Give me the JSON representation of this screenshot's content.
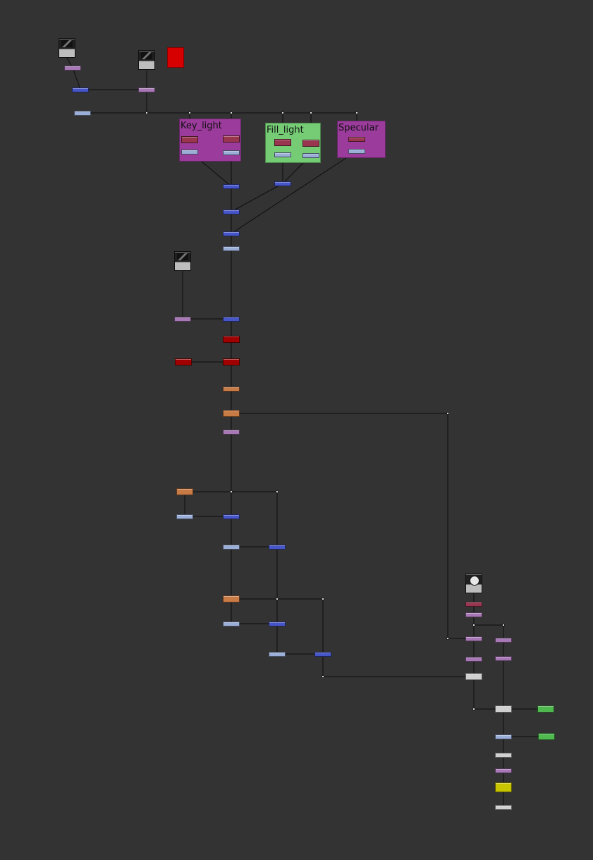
{
  "view": {
    "background": "#333333"
  },
  "palette": {
    "merge": "#4655c8",
    "grade": "#9aaed8",
    "shuffle": "#a878b6",
    "color": "#9a3550",
    "transform": "#c97b45",
    "crop": "#a00000",
    "viewer": "#d0d0d0",
    "write": "#4fb84f",
    "output": "#c7c400"
  },
  "backdrops": [
    {
      "id": "key",
      "label": "Key_light",
      "color": "#9b3b9b"
    },
    {
      "id": "fill",
      "label": "Fill_light",
      "color": "#75cc75"
    },
    {
      "id": "spec",
      "label": "Specular",
      "color": "#9b3b9b"
    }
  ]
}
